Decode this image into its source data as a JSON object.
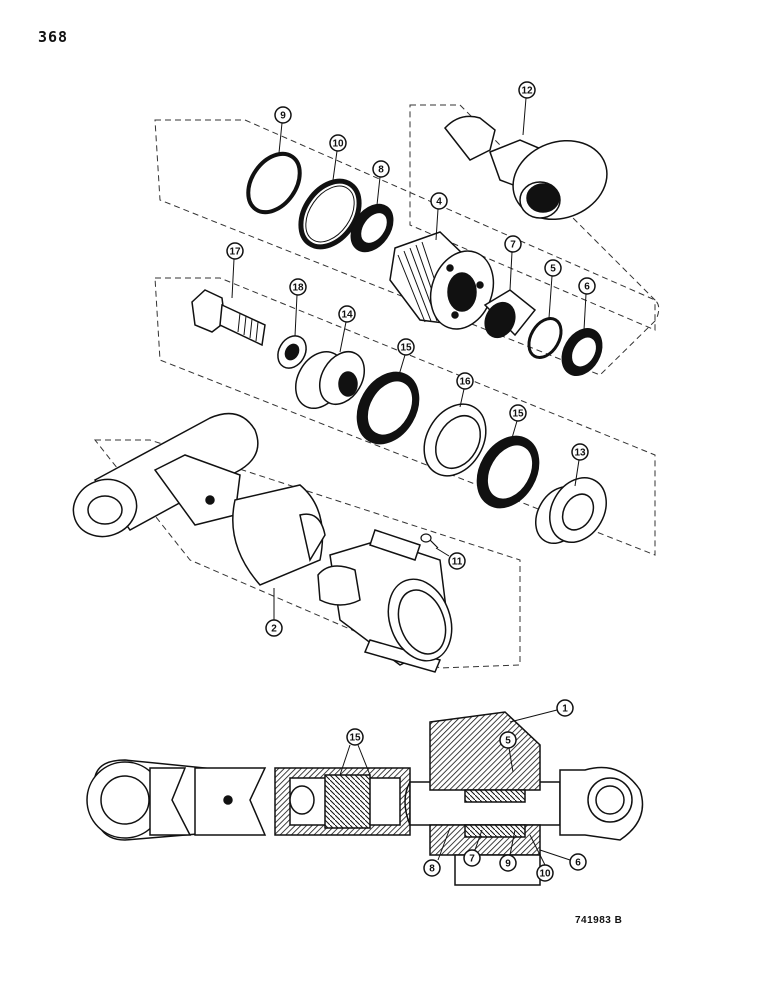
{
  "page_number": "368",
  "reference_code": "741983 B",
  "callouts": [
    {
      "label": "9"
    },
    {
      "label": "10"
    },
    {
      "label": "8"
    },
    {
      "label": "12"
    },
    {
      "label": "4"
    },
    {
      "label": "7"
    },
    {
      "label": "5"
    },
    {
      "label": "6"
    },
    {
      "label": "17"
    },
    {
      "label": "18"
    },
    {
      "label": "14"
    },
    {
      "label": "15"
    },
    {
      "label": "16"
    },
    {
      "label": "15"
    },
    {
      "label": "13"
    },
    {
      "label": "11"
    },
    {
      "label": "2"
    },
    {
      "label": "1"
    },
    {
      "label": "15"
    },
    {
      "label": "5"
    },
    {
      "label": "6"
    },
    {
      "label": "8"
    },
    {
      "label": "7"
    },
    {
      "label": "9"
    },
    {
      "label": "10"
    }
  ]
}
